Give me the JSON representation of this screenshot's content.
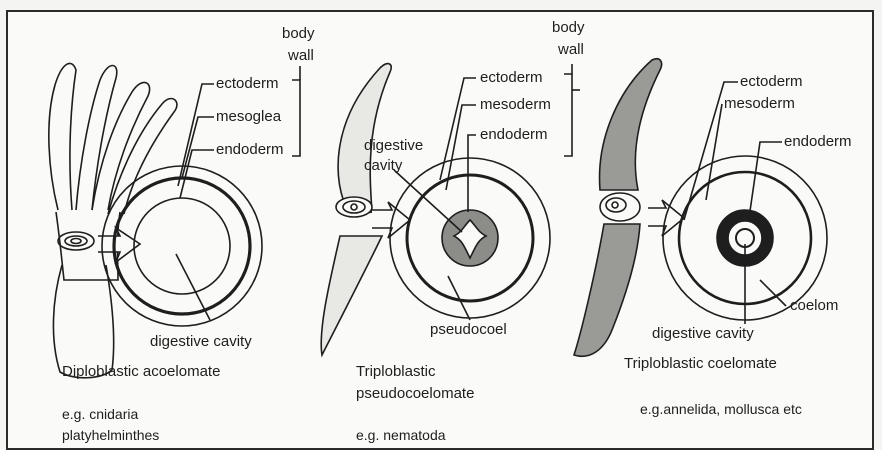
{
  "panels": [
    {
      "labels": {
        "body_wall_1": "body",
        "body_wall_2": "wall",
        "ectoderm": "ectoderm",
        "middle": "mesoglea",
        "endoderm": "endoderm",
        "digestive": "digestive cavity",
        "title": "Diploblastic acoelomate",
        "eg_1": "e.g. cnidaria",
        "eg_2": "platyhelminthes"
      }
    },
    {
      "labels": {
        "body_wall_1": "body",
        "body_wall_2": "wall",
        "ectoderm": "ectoderm",
        "middle": "mesoderm",
        "endoderm": "endoderm",
        "digestive_1": "digestive",
        "digestive_2": "cavity",
        "cavity": "pseudocoel",
        "title_1": "Triploblastic",
        "title_2": "pseudocoelomate",
        "eg": "e.g. nematoda"
      }
    },
    {
      "labels": {
        "ectoderm": "ectoderm",
        "middle": "mesoderm",
        "endoderm": "endoderm",
        "cavity": "coelom",
        "digestive": "digestive cavity",
        "title": "Triploblastic coelomate",
        "eg": "e.g.annelida, mollusca etc"
      }
    }
  ],
  "colors": {
    "line": "#1e1e1e",
    "worm_fill": "#9a9a96",
    "worm_light": "#e8e8e4",
    "gut_fill": "#8c8c88",
    "background": "#fafaf8"
  }
}
